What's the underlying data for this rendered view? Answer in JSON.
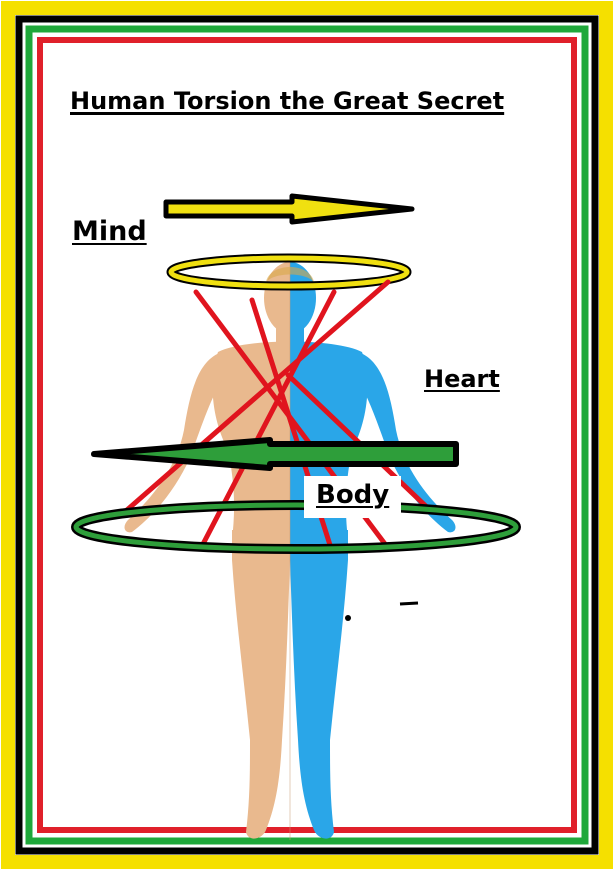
{
  "diagram": {
    "title": "Human Torsion the Great Secret",
    "labels": {
      "mind": "Mind",
      "heart": "Heart",
      "body": "Body"
    }
  },
  "colors": {
    "border_outer": "#f5e000",
    "border_black": "#000000",
    "border_green": "#1fa83a",
    "border_red": "#e0202a",
    "mind_arrow": "#f0e010",
    "body_arrow": "#2e9e3a",
    "crossing_lines": "#e0141e",
    "mind_ring": "#f0e010",
    "body_ring": "#2e9e3a",
    "skin_left": "#e9b98e",
    "skin_right": "#2aa6e8"
  },
  "icons": {
    "figure": "human-body-figure",
    "mind_arrow": "right-arrow",
    "body_arrow": "left-arrow"
  }
}
